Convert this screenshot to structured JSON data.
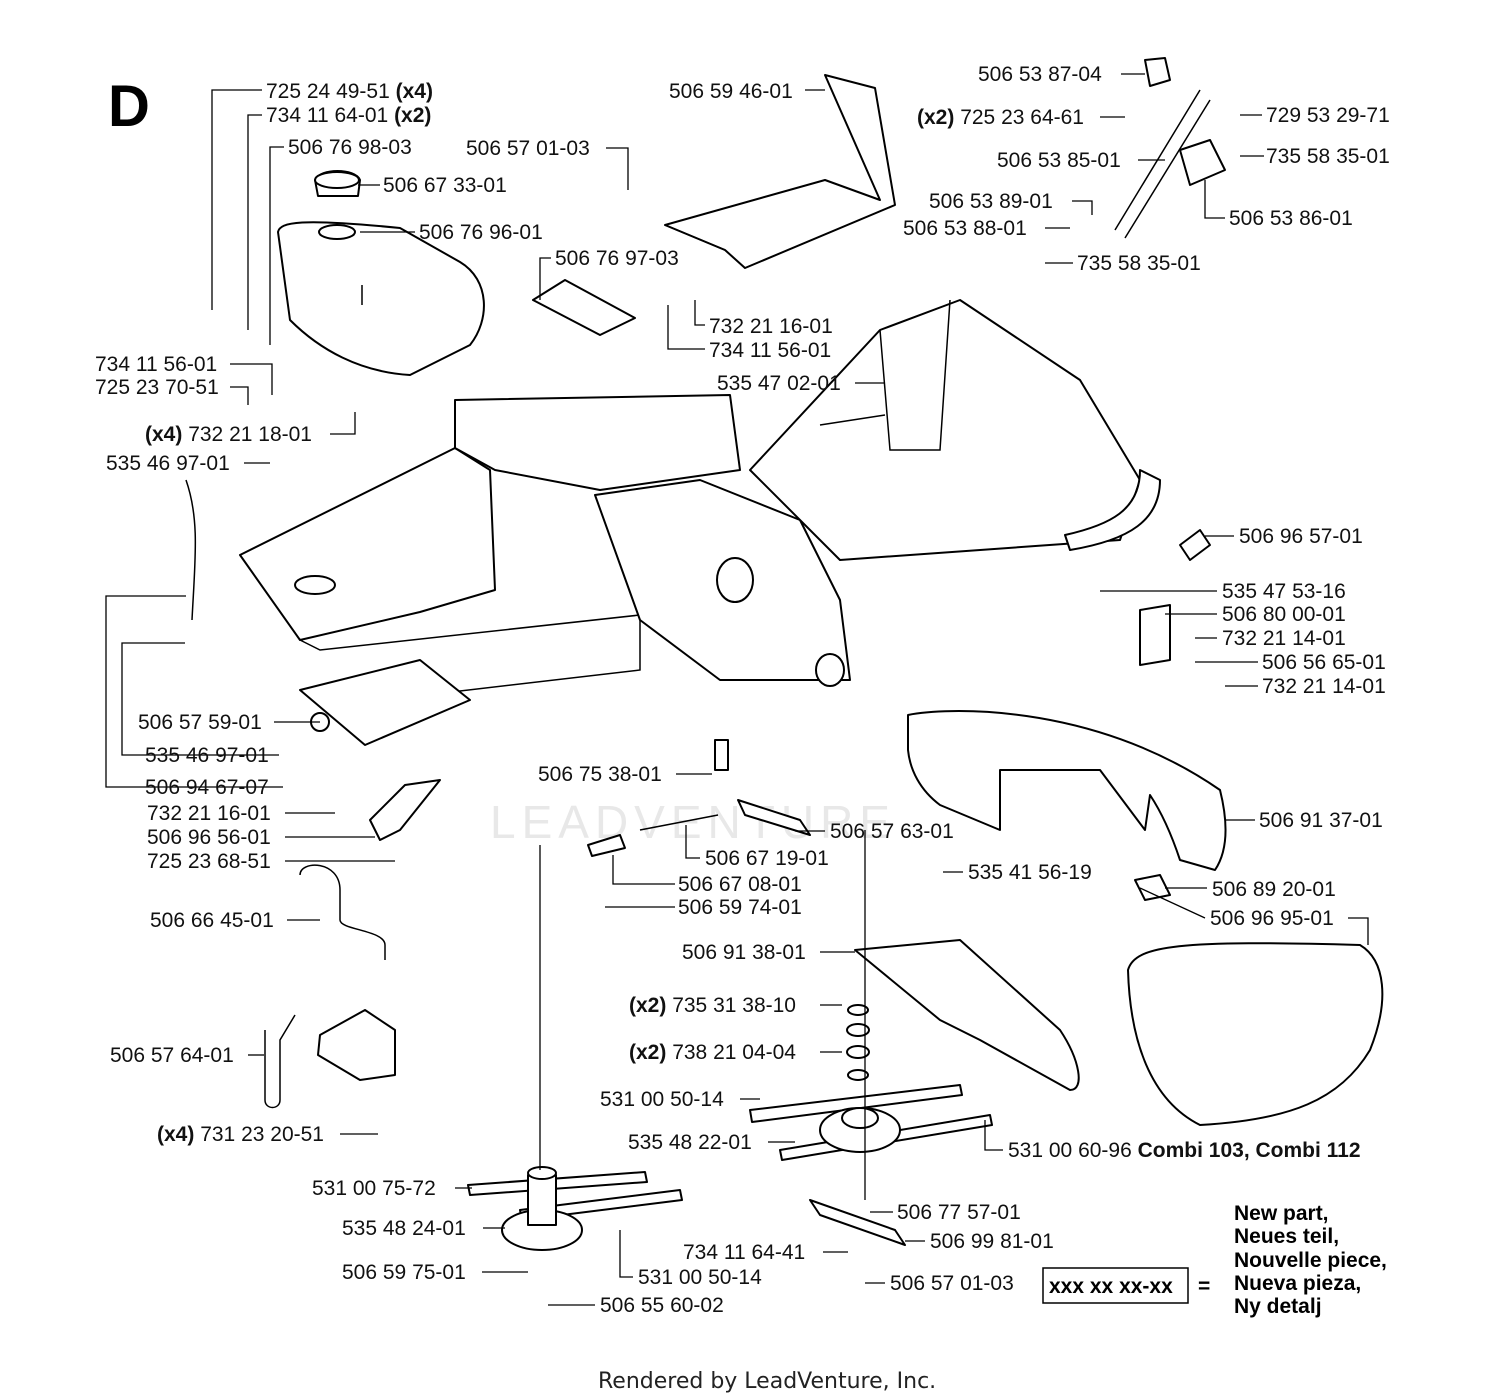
{
  "section_letter": "D",
  "watermark": "LEADVENTURE",
  "footer": "Rendered by LeadVenture, Inc.",
  "legend": {
    "box_text": "xxx xx xx-xx",
    "equals": "=",
    "lines": [
      "New part,",
      "Neues teil,",
      "Nouvelle piece,",
      "Nueva pieza,",
      "Ny detalj"
    ]
  },
  "callouts": [
    {
      "id": "c1",
      "qty": "",
      "part": "725 24 49-51",
      "suffix": "(x4)"
    },
    {
      "id": "c2",
      "qty": "",
      "part": "734 11 64-01",
      "suffix": "(x2)"
    },
    {
      "id": "c3",
      "qty": "",
      "part": "506 76 98-03",
      "suffix": ""
    },
    {
      "id": "c4",
      "qty": "",
      "part": "506 67 33-01",
      "suffix": ""
    },
    {
      "id": "c5",
      "qty": "",
      "part": "506 76 96-01",
      "suffix": ""
    },
    {
      "id": "c6",
      "qty": "",
      "part": "506 59 46-01",
      "suffix": ""
    },
    {
      "id": "c7",
      "qty": "",
      "part": "506 57 01-03",
      "suffix": ""
    },
    {
      "id": "c8",
      "qty": "",
      "part": "506 76 97-03",
      "suffix": ""
    },
    {
      "id": "c9",
      "qty": "",
      "part": "732 21 16-01",
      "suffix": ""
    },
    {
      "id": "c10",
      "qty": "",
      "part": "734 11 56-01",
      "suffix": ""
    },
    {
      "id": "c11",
      "qty": "",
      "part": "535 47 02-01",
      "suffix": ""
    },
    {
      "id": "c12",
      "qty": "",
      "part": "506 53 87-04",
      "suffix": ""
    },
    {
      "id": "c13",
      "qty": "(x2)",
      "part": "725 23 64-61",
      "suffix": ""
    },
    {
      "id": "c14",
      "qty": "",
      "part": "729 53 29-71",
      "suffix": ""
    },
    {
      "id": "c15",
      "qty": "",
      "part": "506 53 85-01",
      "suffix": ""
    },
    {
      "id": "c16",
      "qty": "",
      "part": "735 58 35-01",
      "suffix": ""
    },
    {
      "id": "c17",
      "qty": "",
      "part": "506 53 89-01",
      "suffix": ""
    },
    {
      "id": "c18",
      "qty": "",
      "part": "506 53 86-01",
      "suffix": ""
    },
    {
      "id": "c19",
      "qty": "",
      "part": "506 53 88-01",
      "suffix": ""
    },
    {
      "id": "c20",
      "qty": "",
      "part": "735 58 35-01",
      "suffix": ""
    },
    {
      "id": "c21",
      "qty": "",
      "part": "734 11 56-01",
      "suffix": ""
    },
    {
      "id": "c22",
      "qty": "",
      "part": "725 23 70-51",
      "suffix": ""
    },
    {
      "id": "c23",
      "qty": "(x4)",
      "part": "732 21 18-01",
      "suffix": ""
    },
    {
      "id": "c24",
      "qty": "",
      "part": "535 46 97-01",
      "suffix": ""
    },
    {
      "id": "c25",
      "qty": "",
      "part": "506 96 57-01",
      "suffix": ""
    },
    {
      "id": "c26",
      "qty": "",
      "part": "535 47 53-16",
      "suffix": ""
    },
    {
      "id": "c27",
      "qty": "",
      "part": "506 80 00-01",
      "suffix": ""
    },
    {
      "id": "c28",
      "qty": "",
      "part": "732 21 14-01",
      "suffix": ""
    },
    {
      "id": "c29",
      "qty": "",
      "part": "506 56 65-01",
      "suffix": ""
    },
    {
      "id": "c30",
      "qty": "",
      "part": "732 21 14-01",
      "suffix": ""
    },
    {
      "id": "c31",
      "qty": "",
      "part": "506 57 59-01",
      "suffix": ""
    },
    {
      "id": "c32",
      "qty": "",
      "part": "535 46 97-01",
      "suffix": ""
    },
    {
      "id": "c33",
      "qty": "",
      "part": "506 94 67-07",
      "suffix": ""
    },
    {
      "id": "c34",
      "qty": "",
      "part": "732 21 16-01",
      "suffix": ""
    },
    {
      "id": "c35",
      "qty": "",
      "part": "506 96 56-01",
      "suffix": ""
    },
    {
      "id": "c36",
      "qty": "",
      "part": "725 23 68-51",
      "suffix": ""
    },
    {
      "id": "c37",
      "qty": "",
      "part": "506 75 38-01",
      "suffix": ""
    },
    {
      "id": "c38",
      "qty": "",
      "part": "506 57 63-01",
      "suffix": ""
    },
    {
      "id": "c39",
      "qty": "",
      "part": "506 67 19-01",
      "suffix": ""
    },
    {
      "id": "c40",
      "qty": "",
      "part": "506 91 37-01",
      "suffix": ""
    },
    {
      "id": "c41",
      "qty": "",
      "part": "506 67 08-01",
      "suffix": ""
    },
    {
      "id": "c42",
      "qty": "",
      "part": "506 59 74-01",
      "suffix": ""
    },
    {
      "id": "c43",
      "qty": "",
      "part": "535 41 56-19",
      "suffix": ""
    },
    {
      "id": "c44",
      "qty": "",
      "part": "506 89 20-01",
      "suffix": ""
    },
    {
      "id": "c45",
      "qty": "",
      "part": "506 96 95-01",
      "suffix": ""
    },
    {
      "id": "c46",
      "qty": "",
      "part": "506 66 45-01",
      "suffix": ""
    },
    {
      "id": "c47",
      "qty": "",
      "part": "506 91 38-01",
      "suffix": ""
    },
    {
      "id": "c48",
      "qty": "(x2)",
      "part": "735 31 38-10",
      "suffix": ""
    },
    {
      "id": "c49",
      "qty": "(x2)",
      "part": "738 21 04-04",
      "suffix": ""
    },
    {
      "id": "c50",
      "qty": "",
      "part": "506 57 64-01",
      "suffix": ""
    },
    {
      "id": "c51",
      "qty": "",
      "part": "531 00 50-14",
      "suffix": ""
    },
    {
      "id": "c52",
      "qty": "",
      "part": "535 48 22-01",
      "suffix": ""
    },
    {
      "id": "c53",
      "qty": "",
      "part": "531 00 60-96",
      "suffix": "Combi 103, Combi 112"
    },
    {
      "id": "c54",
      "qty": "(x4)",
      "part": "731 23 20-51",
      "suffix": ""
    },
    {
      "id": "c55",
      "qty": "",
      "part": "531 00 75-72",
      "suffix": ""
    },
    {
      "id": "c56",
      "qty": "",
      "part": "535 48 24-01",
      "suffix": ""
    },
    {
      "id": "c57",
      "qty": "",
      "part": "506 77 57-01",
      "suffix": ""
    },
    {
      "id": "c58",
      "qty": "",
      "part": "506 99 81-01",
      "suffix": ""
    },
    {
      "id": "c59",
      "qty": "",
      "part": "734 11 64-41",
      "suffix": ""
    },
    {
      "id": "c60",
      "qty": "",
      "part": "506 59 75-01",
      "suffix": ""
    },
    {
      "id": "c61",
      "qty": "",
      "part": "531 00 50-14",
      "suffix": ""
    },
    {
      "id": "c62",
      "qty": "",
      "part": "506 57 01-03",
      "suffix": ""
    },
    {
      "id": "c63",
      "qty": "",
      "part": "506 55 60-02",
      "suffix": ""
    }
  ]
}
